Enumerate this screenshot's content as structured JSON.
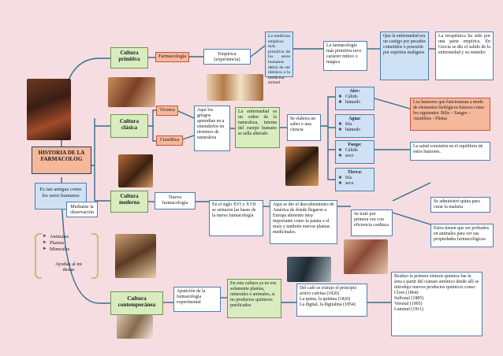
{
  "main": {
    "title": "HISTORIA DE LA FARMACOLOG",
    "desc": "Es tan antigua como los seres humanos",
    "mediante": "Mediante la observación",
    "list": [
      "Animales",
      "Plantas",
      "Minerales"
    ],
    "ayudan": "Ayudan al mi destar"
  },
  "primitiva": {
    "label": "Cultura primitiva",
    "farmacologia": "Farmacología",
    "empirica": "Empírica (experiencia)",
    "definicion": "La medicina empírica más primitiva de los seres humanos debió de ser idéntica a la medicina animal.",
    "magica": "La farmacología más primitiva tuvo carácter mítico o mágica",
    "castigo": "Que la enfermedad era un castigo por pecados cometidos o posesión por espíritus malignos",
    "terapeutica": "La terapéutica ha sido por una parte empírica. En Grecia se dio el salido de la enfermedad y su remedio"
  },
  "clasica": {
    "label": "Cultura clásica",
    "tecnica": "Técnica",
    "cientifica": "Científica",
    "griegos": "Aquí los griegos aprendían en a entenderlos en términos de naturaleza",
    "orden": "La enfermedad es un orden de la naturaleza, interna del cuerpo humano se sella alterado",
    "saber": "Se elabora un saber o una ciencia",
    "elementos": [
      {
        "name": "Aire:",
        "props": [
          "Cálido",
          "húmedo"
        ]
      },
      {
        "name": "Agua:",
        "props": [
          "fría",
          "húmedo"
        ]
      },
      {
        "name": "Fuego:",
        "props": [
          "Cálido",
          "seco"
        ]
      },
      {
        "name": "Tierra:",
        "props": [
          "fría",
          "seca"
        ]
      }
    ],
    "humores": "Los humores que funcionaran a modo de elementos biológicos básicos como los siguientes: Bilis – Sangre – Atrabilies - Flema",
    "salud": "La salud consistirá en el equilibrio de estos humores."
  },
  "moderna": {
    "label": "Cultura moderna",
    "nueva": "Nueva farmacología",
    "siglo": "En el siglo XVI y XVII se sentaron las bases de la nueva farmacología",
    "america": "Aquí se dio el descubrimiento de América de donde llegaron a Europa alimento muy importante como la patata o el maíz y también nuevas plantas medicinales.",
    "cardiaca": "Se trató por primera vez con eficiencia cardiaca",
    "quinina": "Se administró quina para curar la malaria",
    "probados": "Estos tienen que ser probados en animales para ver sus propiedades farmacológicas"
  },
  "contemporanea": {
    "label": "Cultura contemporánea",
    "aparicion": "Aparición de la farmacología experimental",
    "cultura": "En esta cultura ya no era solamente plantas, minerales o animales, si no productos químicos purificados",
    "cafe": "Del café se extrajo el principio activo cafeína (1820)\nLa quina, la quinina (1820)\nLa digital, la digitalina (1854)",
    "sintesis": "Realizo la primera síntesis química fue la área a partir del cianato amónico desde allí se introdujo nuevos productos químicos como:\nCloro (1864)\nSulfonal (1885)\nVeronal (1905)\nLuminal (1911)"
  }
}
